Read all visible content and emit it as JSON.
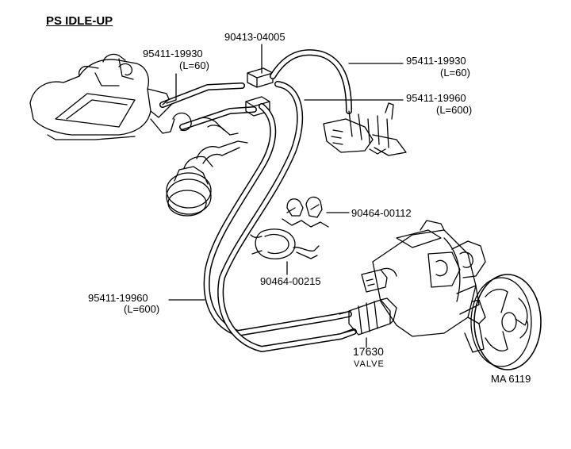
{
  "title": "PS IDLE-UP",
  "parts": {
    "hose_upper_left": {
      "number": "95411-19930",
      "length": "(L=60)"
    },
    "connector": {
      "number": "90413-04005"
    },
    "hose_upper_right": {
      "number": "95411-19930",
      "length": "(L=60)"
    },
    "hose_long_right": {
      "number": "95411-19960",
      "length": "(L=600)"
    },
    "clip_small": {
      "number": "90464-00112"
    },
    "clip_ring": {
      "number": "90464-00215"
    },
    "hose_long_left": {
      "number": "95411-19960",
      "length": "(L=600)"
    },
    "valve": {
      "number": "17630",
      "name": "VALVE"
    }
  },
  "figure_code": "MA 6119"
}
